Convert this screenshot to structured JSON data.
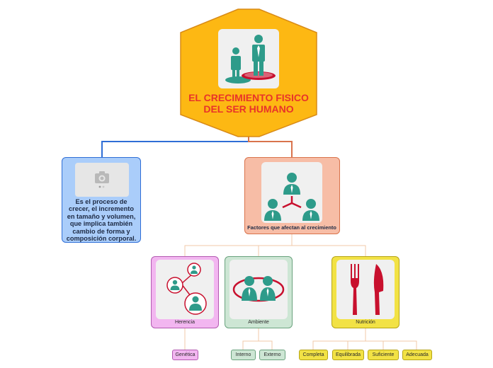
{
  "root": {
    "title_line1": "EL CRECIMIENTO FISICO",
    "title_line2": "DEL SER HUMANO",
    "icon": "adult-and-child-standing-icon"
  },
  "description": {
    "icon": "camera-placeholder-icon",
    "text_lines": [
      "Es el  proceso de",
      "crecer, el incremento",
      "en tamaño y volumen,",
      "que implica también",
      "cambio de forma y",
      "composición corporal."
    ]
  },
  "factors": {
    "label": "Factores que afectan al crecimiento",
    "icon": "people-network-icon"
  },
  "categories": [
    {
      "label": "Herencia",
      "icon": "linked-people-icon"
    },
    {
      "label": "Ambiente",
      "icon": "two-people-circle-icon"
    },
    {
      "label": "Nutrición",
      "icon": "fork-and-knife-icon"
    }
  ],
  "leaves": {
    "herencia": [
      "Genética"
    ],
    "ambiente": [
      "Interno",
      "Externo"
    ],
    "nutricion": [
      "Completa",
      "Equilibrada",
      "Suficiente",
      "Adecuada"
    ]
  },
  "colors": {
    "root_fill": "#fdb813",
    "root_title": "#e8332a",
    "description_fill": "#aacdfa",
    "factors_fill": "#f7bda6",
    "herencia_fill": "#f2b6f0",
    "ambiente_fill": "#cde6d4",
    "nutricion_fill": "#f2e245",
    "icon_teal": "#2e9b8a",
    "icon_red": "#c8102e"
  }
}
